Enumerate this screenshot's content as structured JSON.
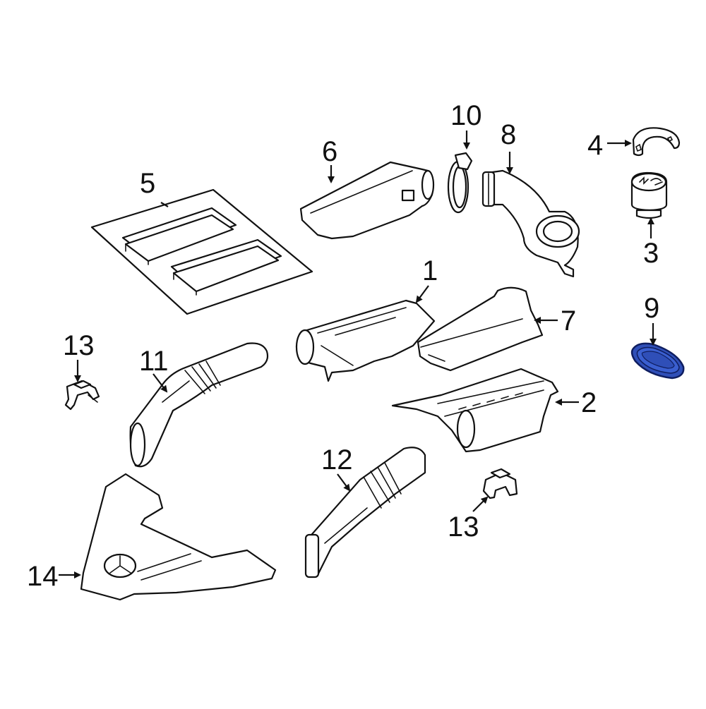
{
  "diagram": {
    "title": "Air intake / air cleaner assembly exploded parts diagram",
    "highlight_color": "#2f4fb8",
    "highlighted_part": "9",
    "callouts": [
      {
        "label": "1",
        "part": "air-cleaner-housing-lower"
      },
      {
        "label": "2",
        "part": "air-cleaner-housing"
      },
      {
        "label": "3",
        "part": "cap"
      },
      {
        "label": "4",
        "part": "clamp"
      },
      {
        "label": "5",
        "part": "air-filter-elements"
      },
      {
        "label": "6",
        "part": "air-cleaner-cover"
      },
      {
        "label": "7",
        "part": "air-cleaner-cover-right"
      },
      {
        "label": "8",
        "part": "air-intake-hose"
      },
      {
        "label": "9",
        "part": "seal-gasket"
      },
      {
        "label": "10",
        "part": "hose-clamp"
      },
      {
        "label": "11",
        "part": "intake-duct-left"
      },
      {
        "label": "12",
        "part": "intake-duct-right"
      },
      {
        "label": "13a",
        "part": "retaining-clip-left",
        "text": "13"
      },
      {
        "label": "13b",
        "part": "retaining-clip-right",
        "text": "13"
      },
      {
        "label": "14",
        "part": "engine-cover"
      }
    ],
    "labels": {
      "c1": "1",
      "c2": "2",
      "c3": "3",
      "c4": "4",
      "c5": "5",
      "c6": "6",
      "c7": "7",
      "c8": "8",
      "c9": "9",
      "c10": "10",
      "c11": "11",
      "c12": "12",
      "c13a": "13",
      "c13b": "13",
      "c14": "14"
    }
  }
}
